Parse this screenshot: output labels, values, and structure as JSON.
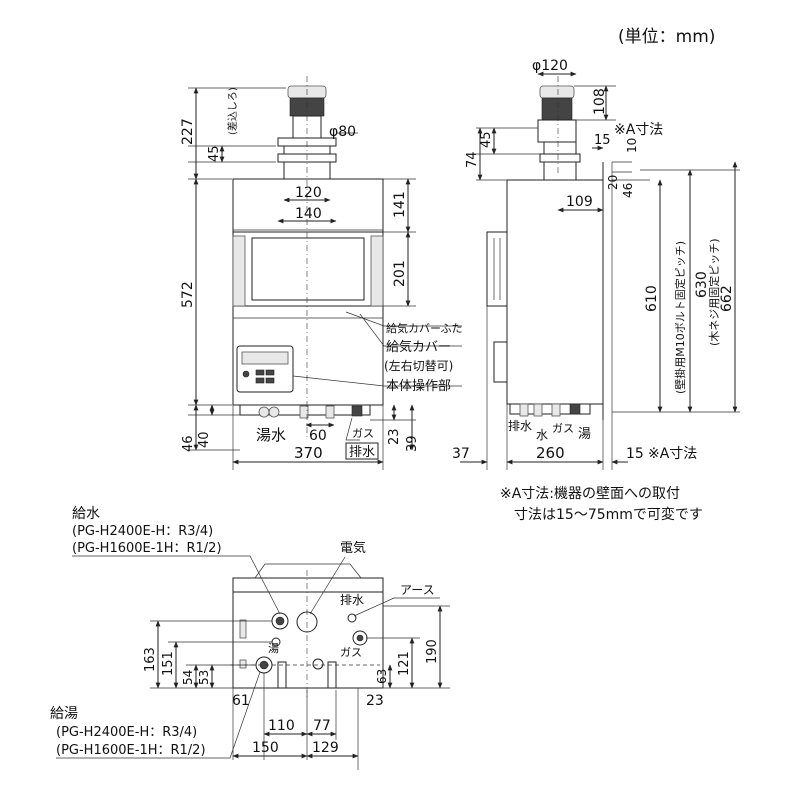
{
  "unit_label": "(単位：mm)",
  "front": {
    "dims": {
      "d227": "227",
      "sashikomi": "(差込しろ)",
      "d45": "45",
      "phi80": "φ80",
      "d120": "120",
      "d140": "140",
      "d572": "572",
      "d141": "141",
      "d201": "201",
      "d46": "46",
      "d40": "40",
      "d60": "60",
      "d23": "23",
      "d39": "39",
      "d370": "370"
    },
    "labels": {
      "kyuki_cover_futa": "給気カバーふた",
      "kyuki_cover": "給気カバー",
      "sayu": "(左右切替可)",
      "sousa": "本体操作部",
      "yu_mizu": "湯水",
      "gas": "ガス",
      "haisui": "排水"
    }
  },
  "side": {
    "dims": {
      "phi120": "φ120",
      "d108": "108",
      "d74": "74",
      "d45": "45",
      "d15a": "15",
      "d10": "10",
      "d20": "20",
      "d46": "46",
      "d109": "109",
      "d610": "610",
      "d630": "630",
      "d662": "662",
      "d37": "37",
      "d260": "260",
      "d15b": "15"
    },
    "labels": {
      "a_sunpo_top": "※A寸法",
      "a_sunpo_bottom": "※A寸法",
      "wall_m10": "(壁掛用M10ボルト固定ピッチ)",
      "neji": "(木ネジ用固定ピッチ)",
      "haisui": "排水",
      "mizu": "水",
      "gas": "ガス",
      "yu": "湯"
    }
  },
  "note": {
    "line1": "※A寸法:機器の壁面への取付",
    "line2": "寸法は15～75mmで可変です"
  },
  "bottom": {
    "kyusui": "給水",
    "kyusui_h2400": "(PG-H2400E-H：R3/4)",
    "kyusui_h1600": "(PG-H1600E-1H：R1/2)",
    "denki": "電気",
    "earth": "アース",
    "haisui": "排水",
    "yu": "湯",
    "gas": "ガス",
    "kyuto": "給湯",
    "kyuto_h2400": "(PG-H2400E-H：R3/4)",
    "kyuto_h1600": "(PG-H1600E-1H：R1/2)",
    "dims": {
      "d163": "163",
      "d151": "151",
      "d54": "54",
      "d53": "53",
      "d61": "61",
      "d110": "110",
      "d77": "77",
      "d150": "150",
      "d129": "129",
      "d121": "121",
      "d190": "190",
      "d63": "63",
      "d23": "23"
    }
  }
}
